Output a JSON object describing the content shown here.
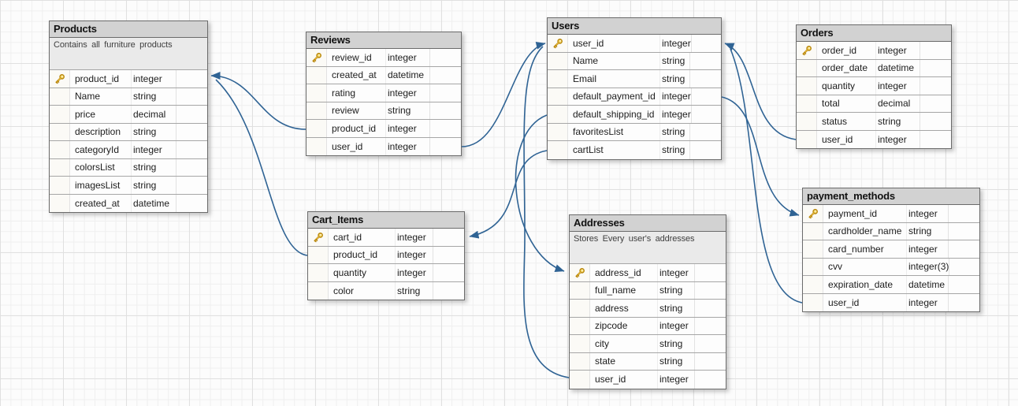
{
  "diagram": {
    "tables": [
      {
        "title": "Products",
        "description": "Contains all furniture products",
        "fields": [
          {
            "name": "product_id",
            "type": "integer",
            "key": true
          },
          {
            "name": "Name",
            "type": "string",
            "key": false
          },
          {
            "name": "price",
            "type": "decimal",
            "key": false
          },
          {
            "name": "description",
            "type": "string",
            "key": false
          },
          {
            "name": "categoryId",
            "type": "integer",
            "key": false
          },
          {
            "name": "colorsList",
            "type": "string",
            "key": false
          },
          {
            "name": "imagesList",
            "type": "string",
            "key": false
          },
          {
            "name": "created_at",
            "type": "datetime",
            "key": false
          }
        ]
      },
      {
        "title": "Reviews",
        "description": "",
        "fields": [
          {
            "name": "review_id",
            "type": "integer",
            "key": true
          },
          {
            "name": "created_at",
            "type": "datetime",
            "key": false
          },
          {
            "name": "rating",
            "type": "integer",
            "key": false
          },
          {
            "name": "review",
            "type": "string",
            "key": false
          },
          {
            "name": "product_id",
            "type": "integer",
            "key": false
          },
          {
            "name": "user_id",
            "type": "integer",
            "key": false
          }
        ]
      },
      {
        "title": "Users",
        "description": "",
        "fields": [
          {
            "name": "user_id",
            "type": "integer",
            "key": true
          },
          {
            "name": "Name",
            "type": "string",
            "key": false
          },
          {
            "name": "Email",
            "type": "string",
            "key": false
          },
          {
            "name": "default_payment_id",
            "type": "integer",
            "key": false
          },
          {
            "name": "default_shipping_id",
            "type": "integer",
            "key": false
          },
          {
            "name": "favoritesList",
            "type": "string",
            "key": false
          },
          {
            "name": "cartList",
            "type": "string",
            "key": false
          }
        ]
      },
      {
        "title": "Orders",
        "description": "",
        "fields": [
          {
            "name": "order_id",
            "type": "integer",
            "key": true
          },
          {
            "name": "order_date",
            "type": "datetime",
            "key": false
          },
          {
            "name": "quantity",
            "type": "integer",
            "key": false
          },
          {
            "name": "total",
            "type": "decimal",
            "key": false
          },
          {
            "name": "status",
            "type": "string",
            "key": false
          },
          {
            "name": "user_id",
            "type": "integer",
            "key": false
          }
        ]
      },
      {
        "title": "Cart_Items",
        "description": "",
        "fields": [
          {
            "name": "cart_id",
            "type": "integer",
            "key": true
          },
          {
            "name": "product_id",
            "type": "integer",
            "key": false
          },
          {
            "name": "quantity",
            "type": "integer",
            "key": false
          },
          {
            "name": "color",
            "type": "string",
            "key": false
          }
        ]
      },
      {
        "title": "Addresses",
        "description": "Stores Every user's addresses",
        "fields": [
          {
            "name": "address_id",
            "type": "integer",
            "key": true
          },
          {
            "name": "full_name",
            "type": "string",
            "key": false
          },
          {
            "name": "address",
            "type": "string",
            "key": false
          },
          {
            "name": "zipcode",
            "type": "integer",
            "key": false
          },
          {
            "name": "city",
            "type": "string",
            "key": false
          },
          {
            "name": "state",
            "type": "string",
            "key": false
          },
          {
            "name": "user_id",
            "type": "integer",
            "key": false
          }
        ]
      },
      {
        "title": "payment_methods",
        "description": "",
        "fields": [
          {
            "name": "payment_id",
            "type": "integer",
            "key": true
          },
          {
            "name": "cardholder_name",
            "type": "string",
            "key": false
          },
          {
            "name": "card_number",
            "type": "integer",
            "key": false
          },
          {
            "name": "cvv",
            "type": "integer(3)",
            "key": false
          },
          {
            "name": "expiration_date",
            "type": "datetime",
            "key": false
          },
          {
            "name": "user_id",
            "type": "integer",
            "key": false
          }
        ]
      }
    ],
    "relationships": [
      {
        "from": "Reviews.product_id",
        "to": "Products.product_id"
      },
      {
        "from": "Cart_Items.product_id",
        "to": "Products.product_id"
      },
      {
        "from": "Reviews.user_id",
        "to": "Users.user_id"
      },
      {
        "from": "Users.cartList",
        "to": "Cart_Items.cart_id"
      },
      {
        "from": "Users.default_shipping_id",
        "to": "Addresses.address_id"
      },
      {
        "from": "Addresses.user_id",
        "to": "Users.user_id"
      },
      {
        "from": "Orders.user_id",
        "to": "Users.user_id"
      },
      {
        "from": "payment_methods.user_id",
        "to": "Users.user_id"
      },
      {
        "from": "Users.default_payment_id",
        "to": "payment_methods.payment_id"
      }
    ],
    "colors": {
      "arrow": "#2f6394",
      "header_bg": "#d2d2d2",
      "description_bg": "#eaeaea",
      "key_icon_gold": "#edc145"
    },
    "icons": {
      "primary_key": "key-icon"
    }
  }
}
